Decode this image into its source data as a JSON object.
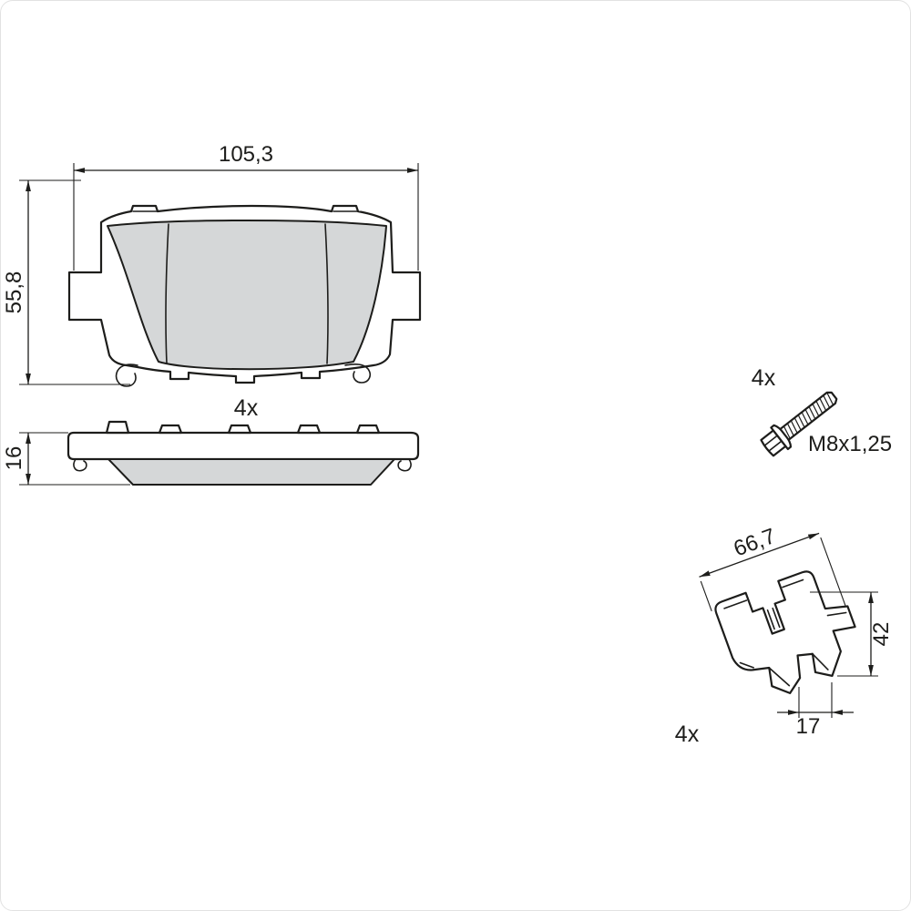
{
  "drawing": {
    "pad_front": {
      "width_dim": "105,3",
      "height_dim": "55,8",
      "quantity": "4x"
    },
    "pad_profile": {
      "thickness_dim": "16"
    },
    "bolt": {
      "quantity": "4x",
      "thread_spec": "M8x1,25"
    },
    "retaining_clip": {
      "width_dim": "66,7",
      "height_dim": "42",
      "foot_dim": "17",
      "quantity": "4x"
    }
  },
  "colors": {
    "line": "#1d1d1b",
    "friction_fill": "#d5d7d8",
    "background": "#ffffff"
  }
}
